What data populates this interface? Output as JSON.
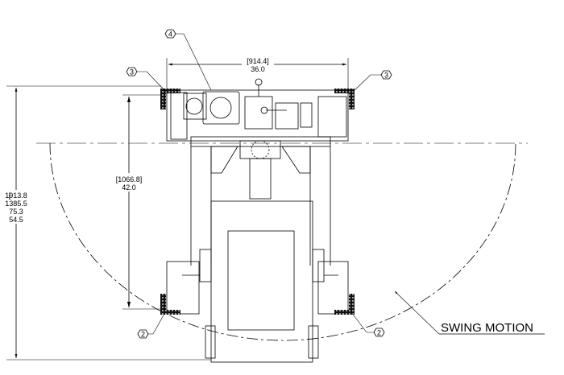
{
  "drawing": {
    "width_dimension": {
      "metric": "[914.4]",
      "imperial": "36.0"
    },
    "depth_dimension": {
      "metric": "[1066.8]",
      "imperial": "42.0"
    },
    "overall_dimension": {
      "metric_1": "1913.8",
      "metric_2": "1385.5",
      "imperial_1": "75.3",
      "imperial_2": "54.5"
    },
    "balloons": [
      "4",
      "3",
      "3",
      "2",
      "2"
    ],
    "swing_label": "SWING MOTION"
  }
}
